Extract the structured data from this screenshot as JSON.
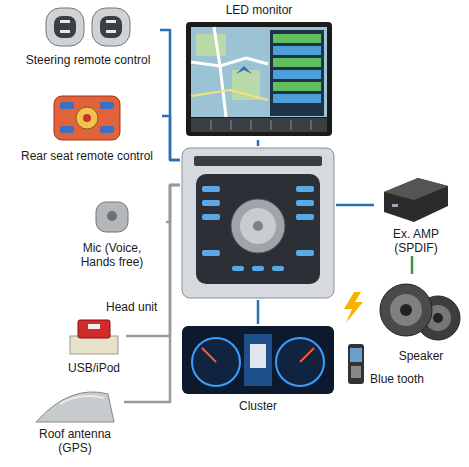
{
  "diagram": {
    "nodes": [
      {
        "text": [
          "LED monitor"
        ]
      },
      {
        "text": [
          "Steering remote control"
        ]
      },
      {
        "text": [
          "Rear seat remote control"
        ]
      },
      {
        "text": [
          "Head unit"
        ]
      },
      {
        "text": [
          "Ex. AMP (SPDIF)"
        ]
      },
      {
        "text": [
          "Mic (Voice, Hands free)"
        ]
      },
      {
        "text": [
          "USB/iPod"
        ]
      },
      {
        "text": [
          "Speaker"
        ]
      },
      {
        "text": [
          "Cluster"
        ]
      },
      {
        "text": [
          "Blue tooth"
        ]
      },
      {
        "text": [
          "Roof antenna (GPS)"
        ]
      }
    ],
    "edges": [
      {
        "from": 1,
        "to": 3,
        "arrow": "none"
      },
      {
        "from": 2,
        "to": 3,
        "arrow": "none"
      },
      {
        "from": 0,
        "to": 3,
        "arrow": "none"
      },
      {
        "from": 3,
        "to": 4,
        "arrow": "none"
      },
      {
        "from": 5,
        "to": 3,
        "arrow": "none"
      },
      {
        "from": 6,
        "to": 3,
        "arrow": "none"
      },
      {
        "from": 10,
        "to": 3,
        "arrow": "none"
      },
      {
        "from": 3,
        "to": 8,
        "arrow": "none"
      },
      {
        "from": 4,
        "to": 7,
        "arrow": "none"
      }
    ]
  }
}
